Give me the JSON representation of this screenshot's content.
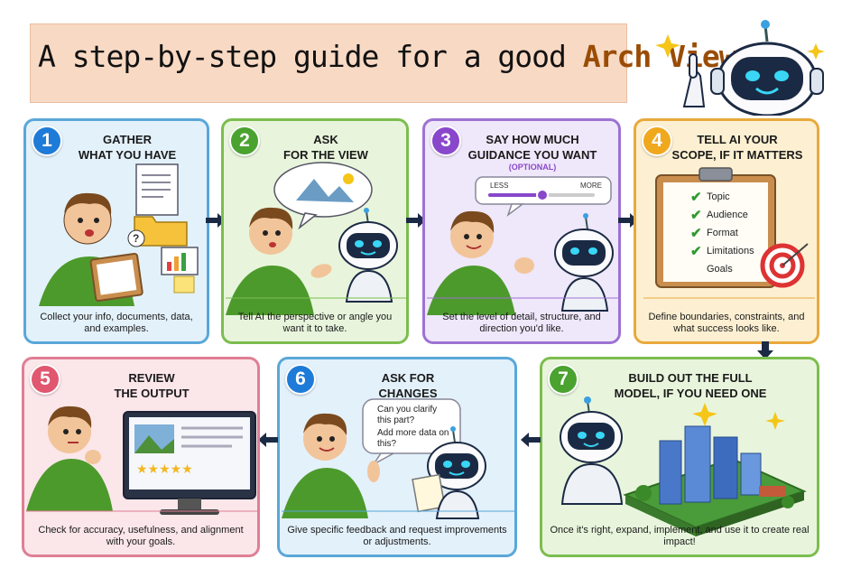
{
  "title": {
    "main": "A step-by-step guide for a good",
    "accent": "Arch View"
  },
  "colors": {
    "accent": "#9a4c05",
    "banner": "#f8d9c4"
  },
  "steps": [
    {
      "number": "1",
      "title_line1": "Gather",
      "title_line2": "what you have",
      "description": "Collect your info, documents, data, and examples.",
      "icon": "clipboard-icon"
    },
    {
      "number": "2",
      "title_line1": "Ask",
      "title_line2": "for the view",
      "description": "Tell AI the perspective or angle you want it to take.",
      "icon": "speech-bubble-icon"
    },
    {
      "number": "3",
      "title_line1": "Say how much",
      "title_line2": "guidance you want",
      "subtitle": "(OPTIONAL)",
      "slider": {
        "less": "LESS",
        "more": "MORE"
      },
      "description": "Set the level of detail, structure, and direction you'd like.",
      "icon": "slider-icon"
    },
    {
      "number": "4",
      "title_line1": "Tell AI your",
      "title_line2": "scope, if it matters",
      "checklist": [
        "Topic",
        "Audience",
        "Format",
        "Limitations",
        "Goals"
      ],
      "description": "Define boundaries, constraints, and what success looks like.",
      "icon": "target-icon"
    },
    {
      "number": "5",
      "title_line1": "Review",
      "title_line2": "the output",
      "description": "Check for accuracy, usefulness, and alignment with your goals.",
      "icon": "monitor-icon"
    },
    {
      "number": "6",
      "title_line1": "Ask for",
      "title_line2": "changes",
      "bubble_1": "Can you clarify this part?",
      "bubble_2": "Add more data on this?",
      "description": "Give specific feedback and request improvements or adjustments.",
      "icon": "notepad-icon"
    },
    {
      "number": "7",
      "title_line1": "Build out the full",
      "title_line2": "model, if you need one",
      "description": "Once it's right, expand, implement, and use it to create real impact!",
      "icon": "city-model-icon"
    }
  ]
}
